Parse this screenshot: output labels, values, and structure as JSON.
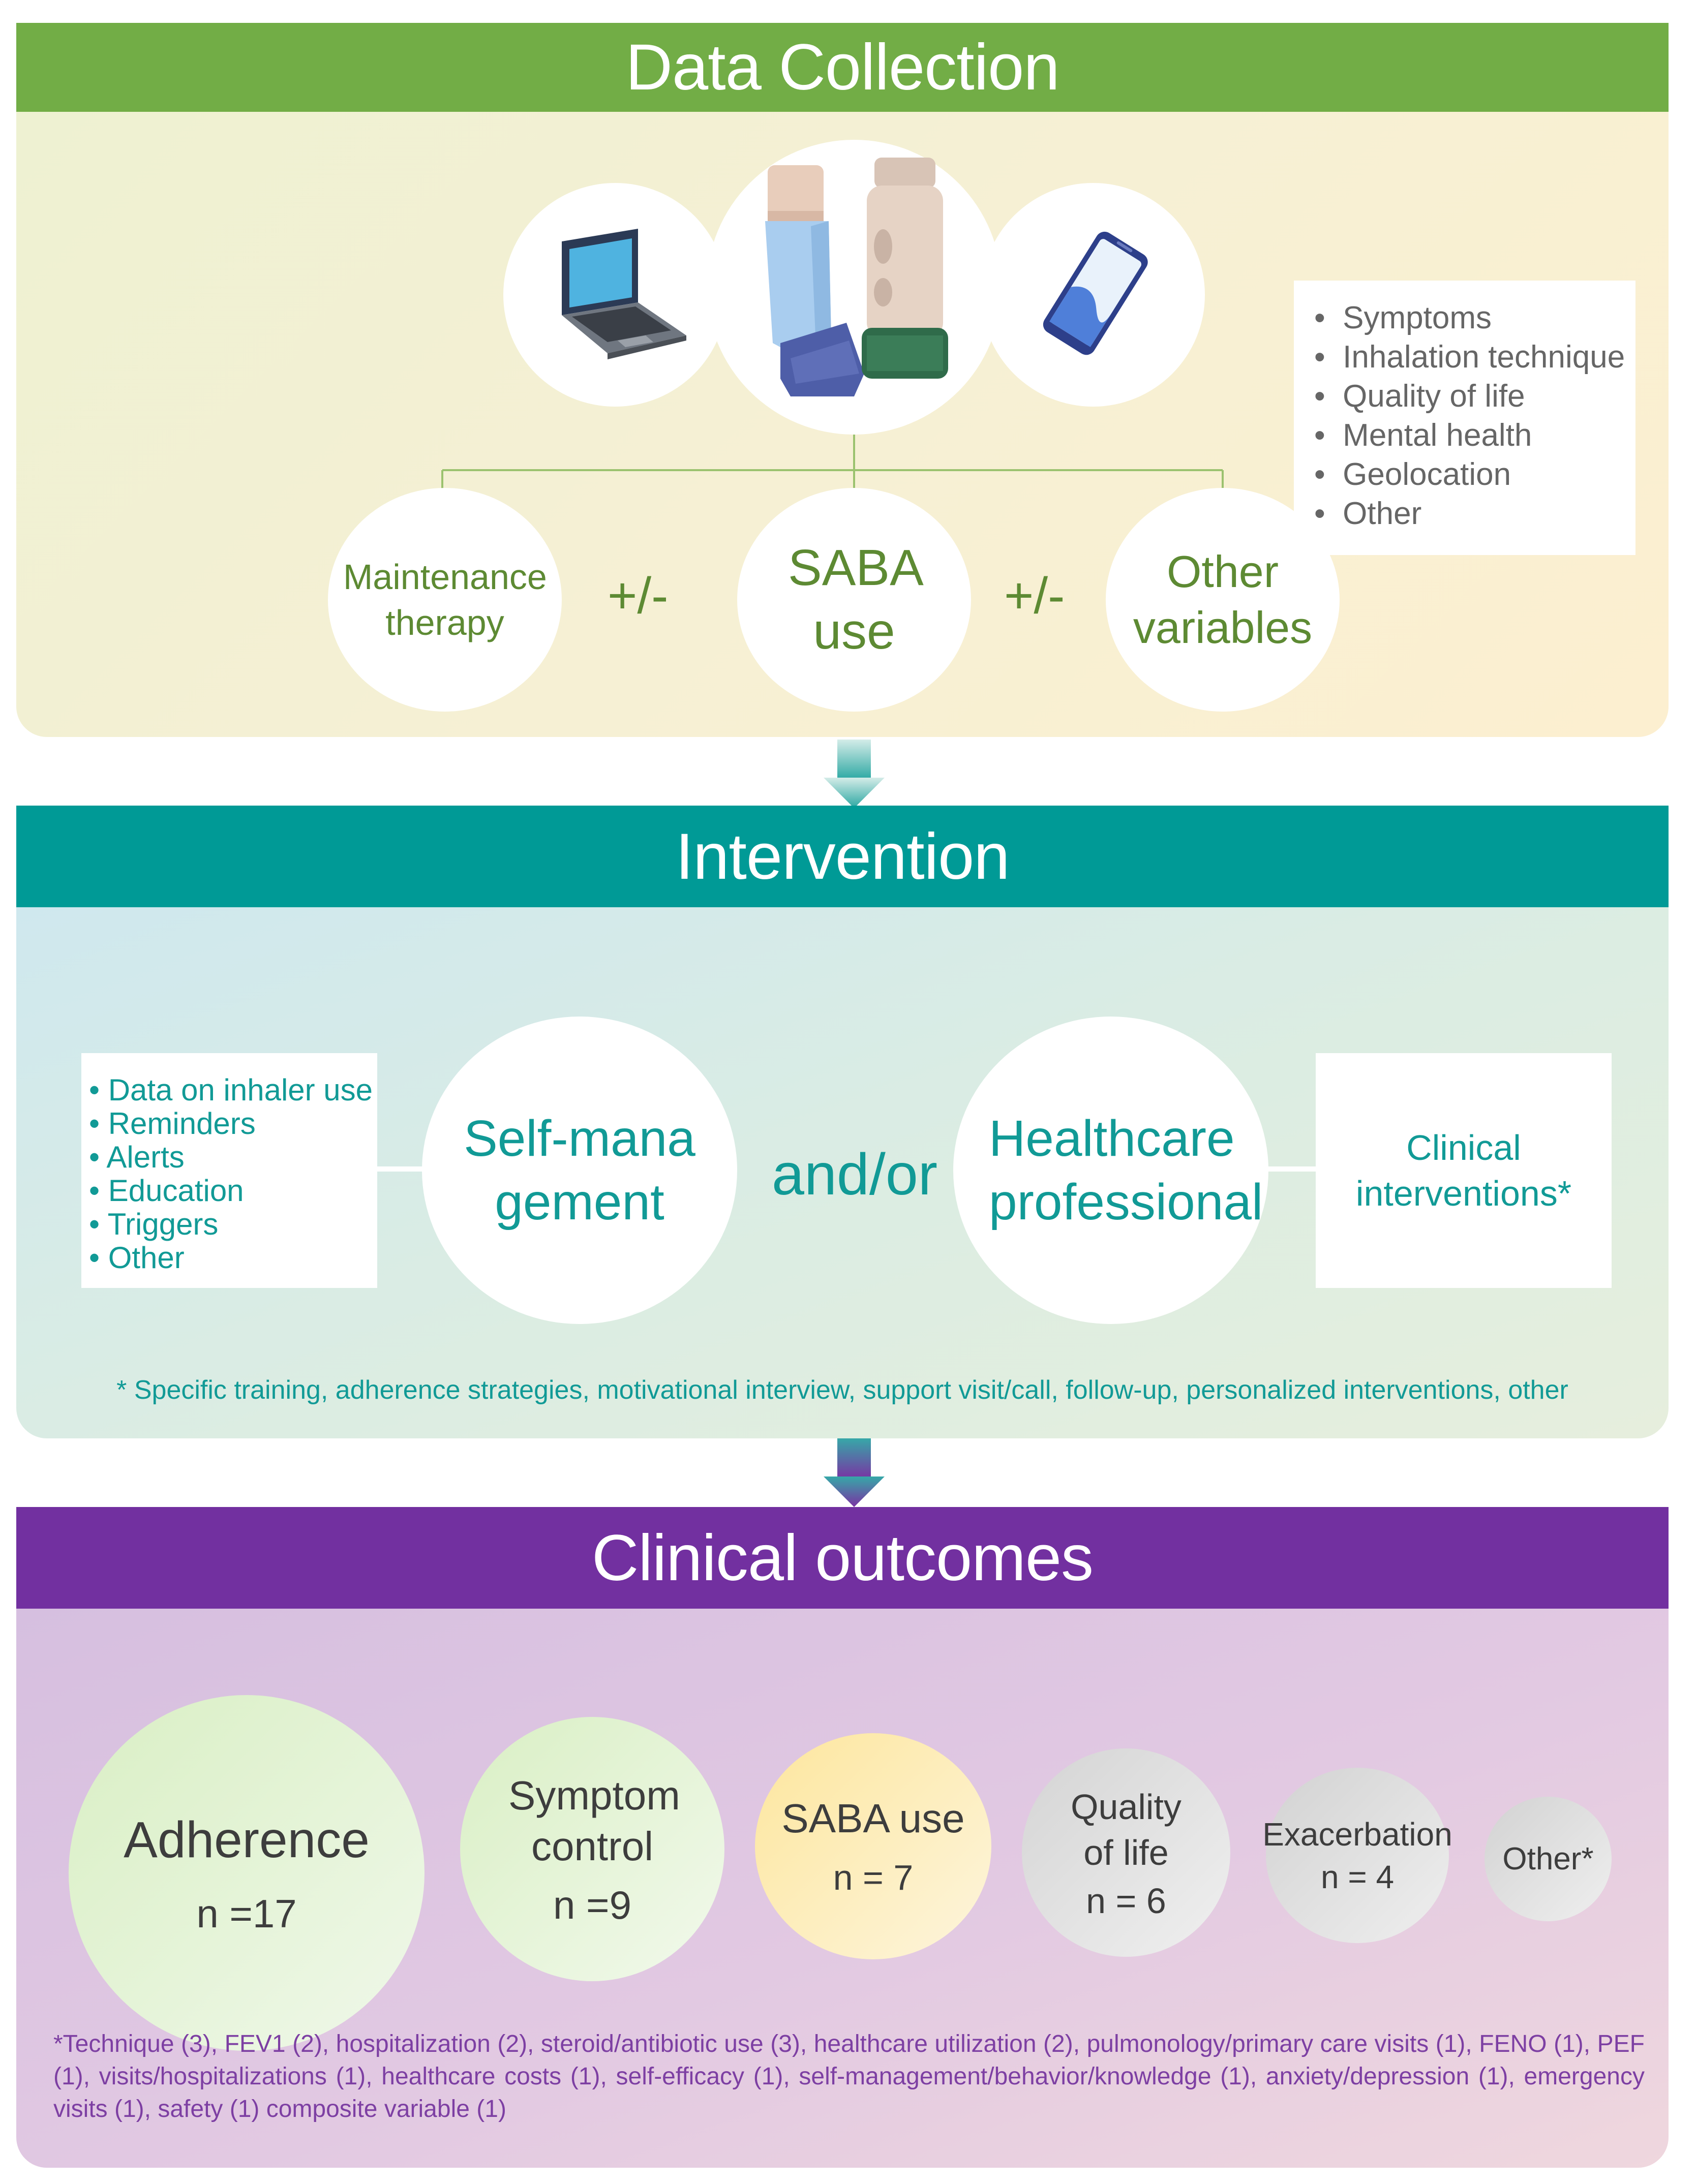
{
  "data_collection": {
    "title": "Data Collection",
    "devices": [
      "laptop-icon",
      "inhaler-icon",
      "smartphone-icon"
    ],
    "nodes": {
      "maintenance": "Maintenance therapy",
      "saba": "SABA use",
      "other": "Other variables"
    },
    "plus_minus_1": "+/-",
    "plus_minus_2": "+/-",
    "other_variables_list": [
      "Symptoms",
      "Inhalation technique",
      "Quality of life",
      "Mental health",
      "Geolocation",
      "Other"
    ]
  },
  "intervention": {
    "title": "Intervention",
    "list": [
      "Data on inhaler use",
      "Reminders",
      "Alerts",
      "Education",
      "Triggers",
      "Other"
    ],
    "self_management": "Self-management",
    "and_or": "and/or",
    "healthcare_professional": "Healthcare professional",
    "clinical_interventions": "Clinical interventions*",
    "footnote": "* Specific training, adherence strategies, motivational interview, support visit/call, follow-up, personalized interventions, other"
  },
  "clinical_outcomes": {
    "title": "Clinical outcomes",
    "outcomes": [
      {
        "label": "Adherence",
        "n": "n =17"
      },
      {
        "label": "Symptom control",
        "n": "n =9"
      },
      {
        "label": "SABA use",
        "n": "n = 7"
      },
      {
        "label": "Quality of life",
        "n": "n = 6"
      },
      {
        "label": "Exacerbation",
        "n": "n = 4"
      },
      {
        "label": "Other*",
        "n": ""
      }
    ],
    "footnote": "*Technique (3), FEV1 (2), hospitalization (2), steroid/antibiotic use (3), healthcare utilization (2), pulmonology/primary care visits (1), FENO (1), PEF (1), visits/hospitalizations (1), healthcare costs (1), self-efficacy (1), self-management/behavior/knowledge (1), anxiety/depression (1), emergency visits (1), safety (1) composite variable (1)"
  },
  "colors": {
    "green": "#72ad46",
    "teal": "#009a96",
    "purple": "#7230a0"
  }
}
